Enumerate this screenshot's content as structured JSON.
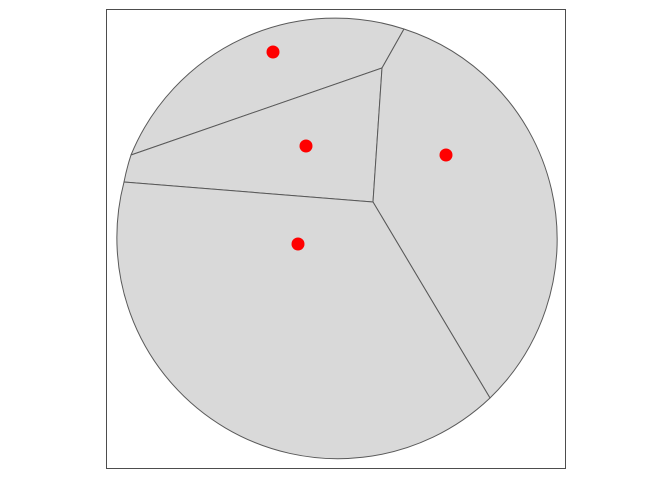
{
  "diagram": {
    "type": "voronoi-tessellation-clipped-to-circle",
    "frame": {
      "border_color": "#4d4d4d",
      "background": "#ffffff"
    },
    "cells": {
      "fill": "#d9d9d9",
      "stroke": "#595959",
      "count": 4
    },
    "seed_points": {
      "color": "#ff0000",
      "count": 4
    }
  }
}
